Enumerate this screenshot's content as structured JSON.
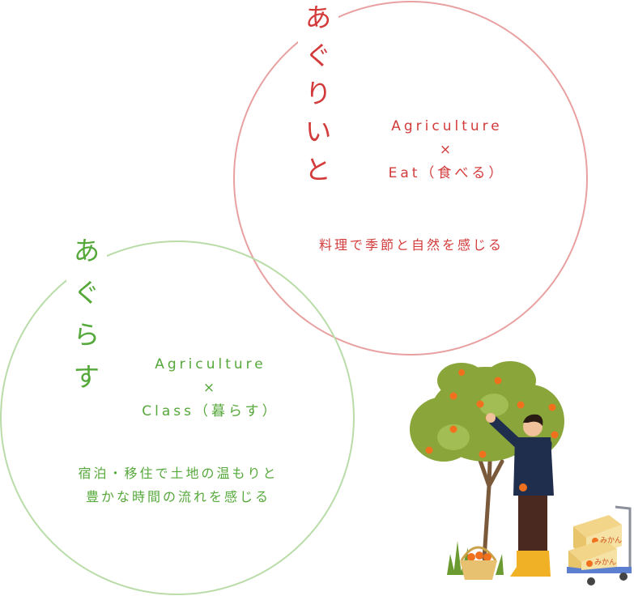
{
  "sections": [
    {
      "title": "あぐりいと",
      "formula_line1": "Agriculture",
      "formula_times": "×",
      "formula_line2": "Eat（食べる）",
      "description": "料理で季節と自然を感じる",
      "color": "#d33b3b",
      "circle_color": "#e9a0a0"
    },
    {
      "title": "あぐらす",
      "formula_line1": "Agriculture",
      "formula_times": "×",
      "formula_line2": "Class（暮らす）",
      "description_line1": "宿泊・移住で土地の温もりと",
      "description_line2": "豊かな時間の流れを感じる",
      "color": "#55a83a",
      "circle_color": "#b9dca8"
    }
  ],
  "illustration": {
    "box_label": "みかん",
    "tree_color": "#8aa63a",
    "fruit_color": "#f0701e"
  }
}
